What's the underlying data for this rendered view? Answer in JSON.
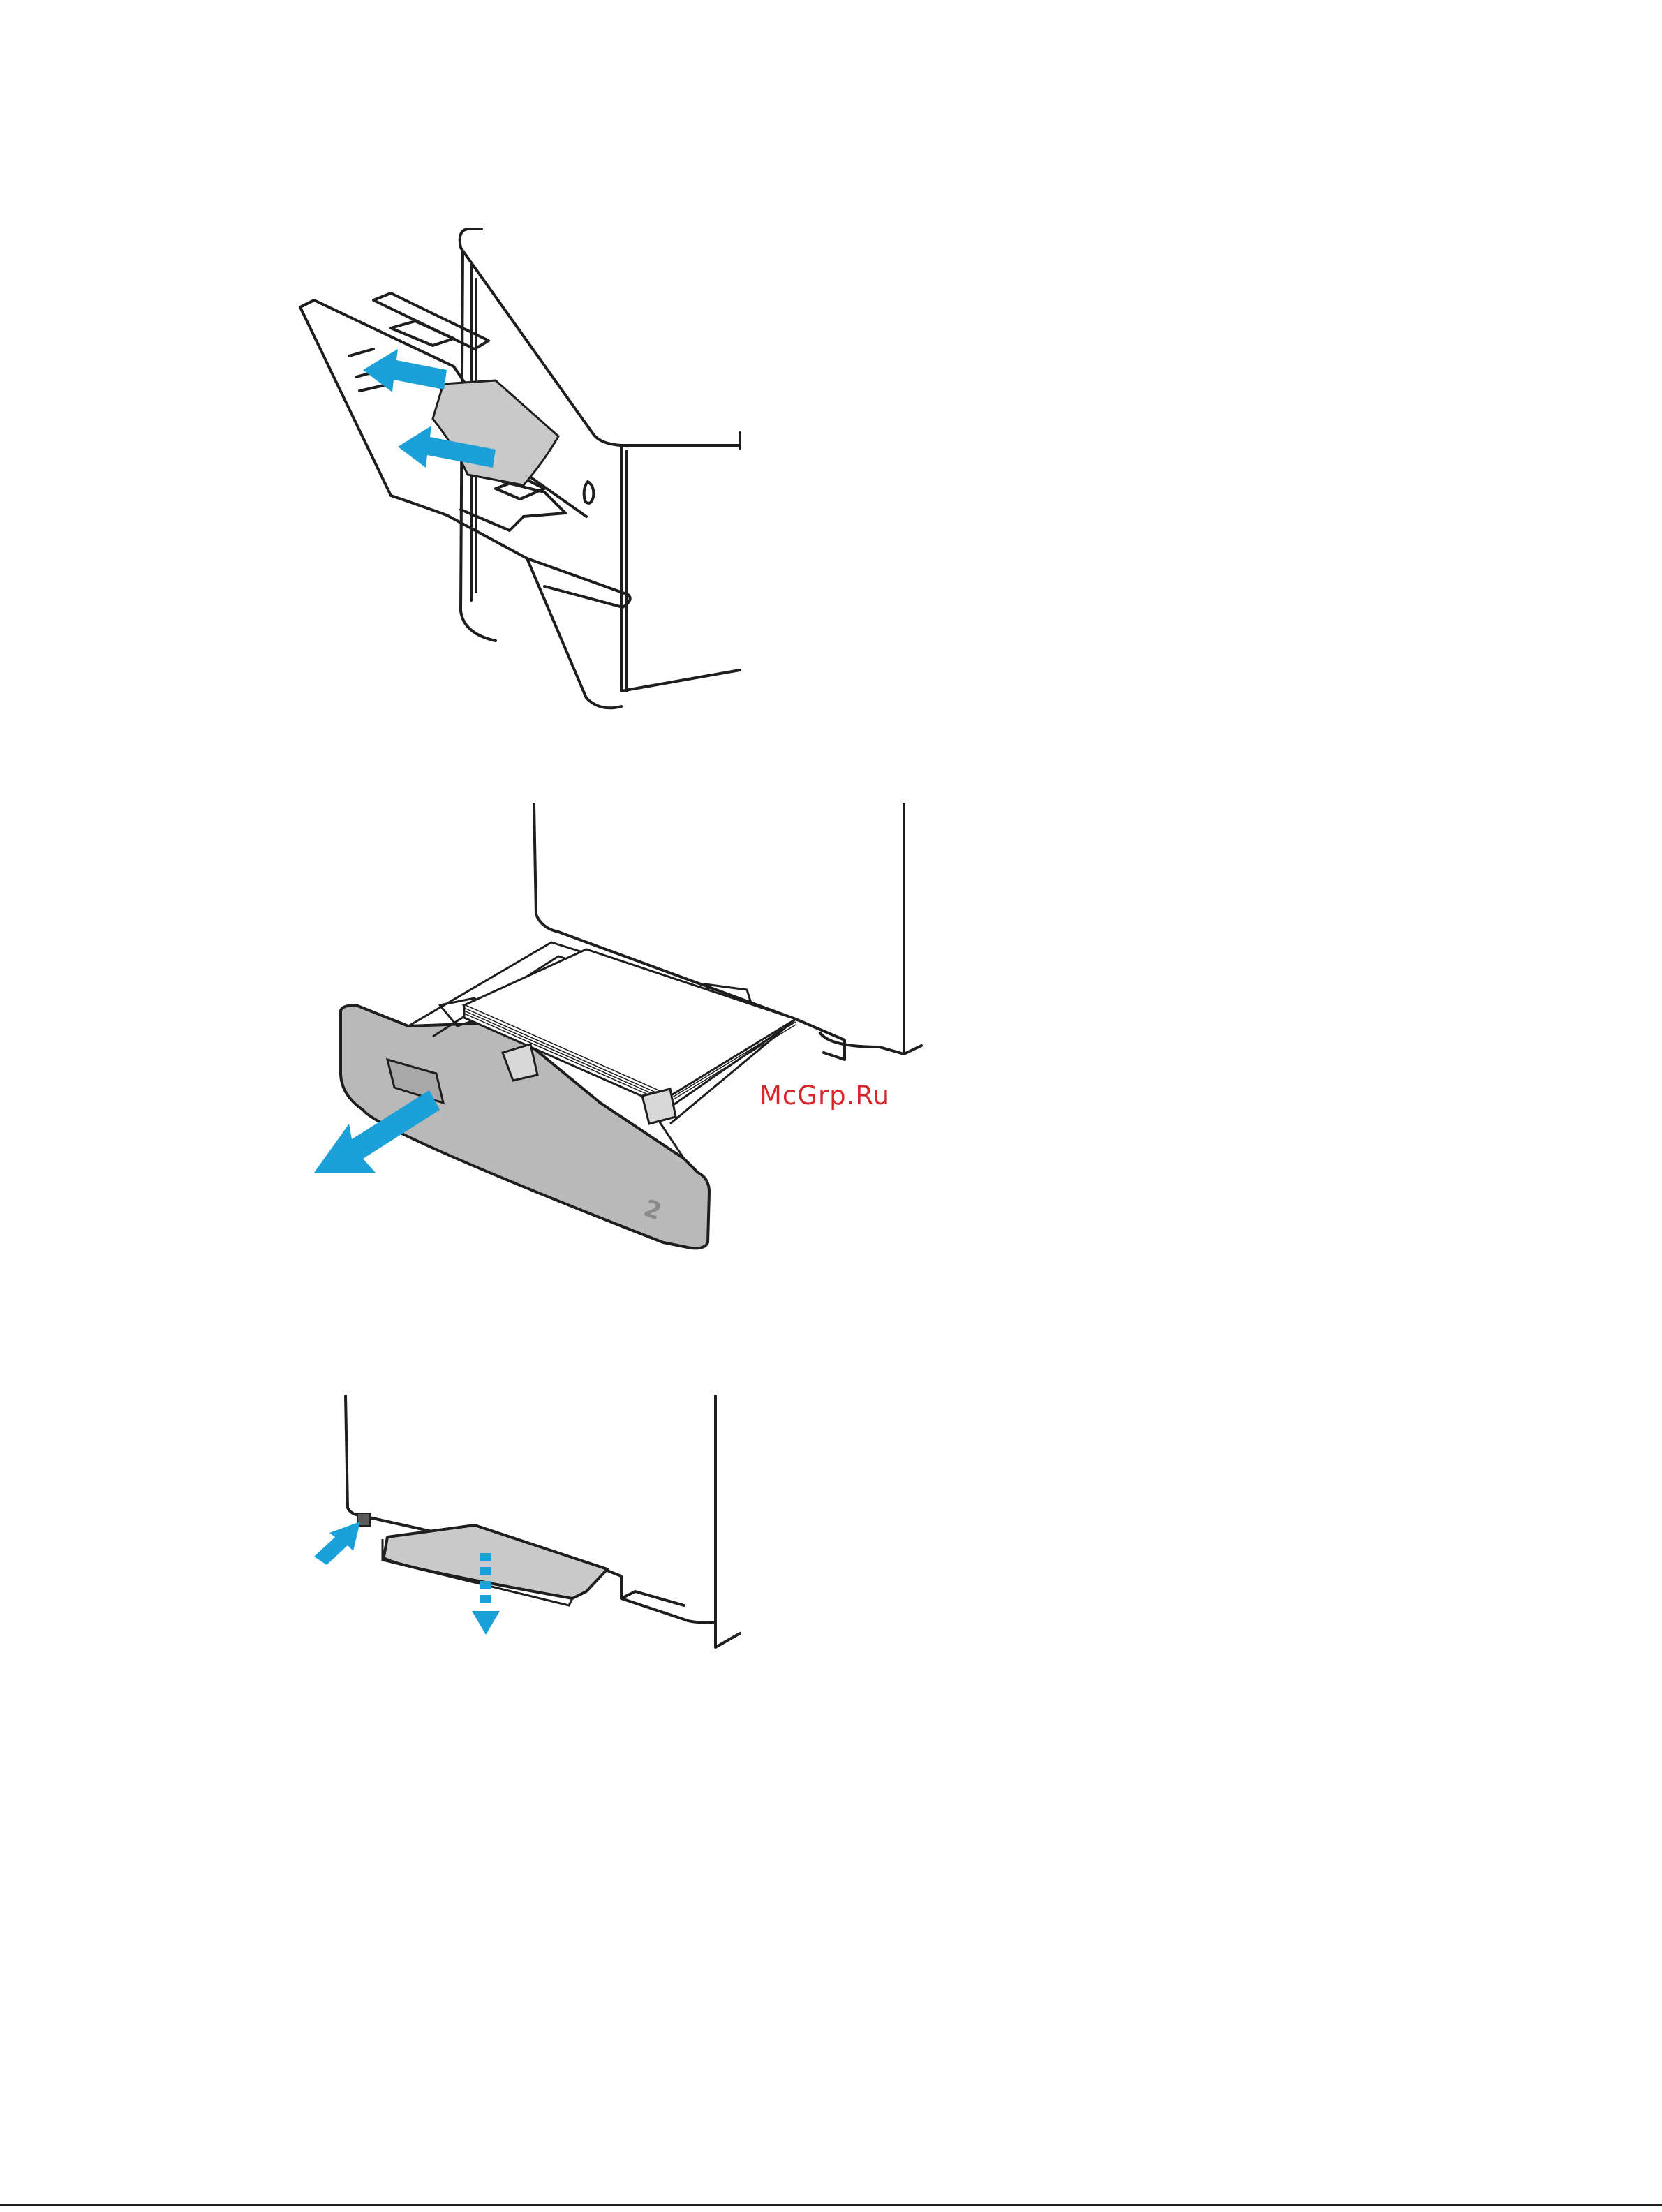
{
  "watermark": {
    "text": "McGrp.Ru",
    "color": "#d6282b"
  },
  "illustrations": [
    {
      "name": "clear-jam-tray1-manual-feed",
      "arrow_color": "#1ba0d8"
    },
    {
      "name": "open-tray2-drawer",
      "arrow_color": "#1ba0d8",
      "tray_number": "2"
    },
    {
      "name": "lower-jam-access-door",
      "arrow_color": "#1ba0d8"
    }
  ],
  "colors": {
    "line": "#1e1e1e",
    "tray_gray": "#b9b9b9",
    "paper_gray": "#c9c9c9",
    "accent_blue": "#1ba0d8"
  }
}
